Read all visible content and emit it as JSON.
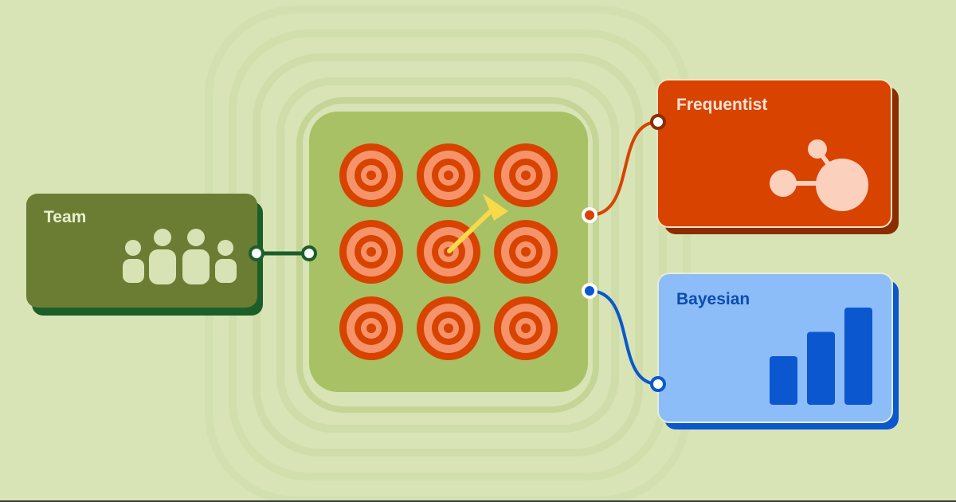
{
  "cards": {
    "team": {
      "title": "Team"
    },
    "frequentist": {
      "title": "Frequentist"
    },
    "bayesian": {
      "title": "Bayesian"
    }
  },
  "colors": {
    "background": "#d8e4b6",
    "team_card": "#6a7d33",
    "team_shadow": "#1b5e2a",
    "frequentist_card": "#d84300",
    "frequentist_shadow": "#8b2d00",
    "bayesian_card": "#8dbdf8",
    "bayesian_shadow": "#0b57d0",
    "target_outer": "#d84300",
    "target_inner": "#f5946b",
    "dart": "#f7d94a",
    "center_panel": "#a8c165"
  },
  "icons": {
    "team": "people-group-icon",
    "frequentist": "connected-nodes-icon",
    "bayesian": "bar-chart-icon",
    "center": "target-grid-icon",
    "dart": "dart-icon"
  },
  "bayesian_bars": [
    0.5,
    0.75,
    1.0
  ]
}
